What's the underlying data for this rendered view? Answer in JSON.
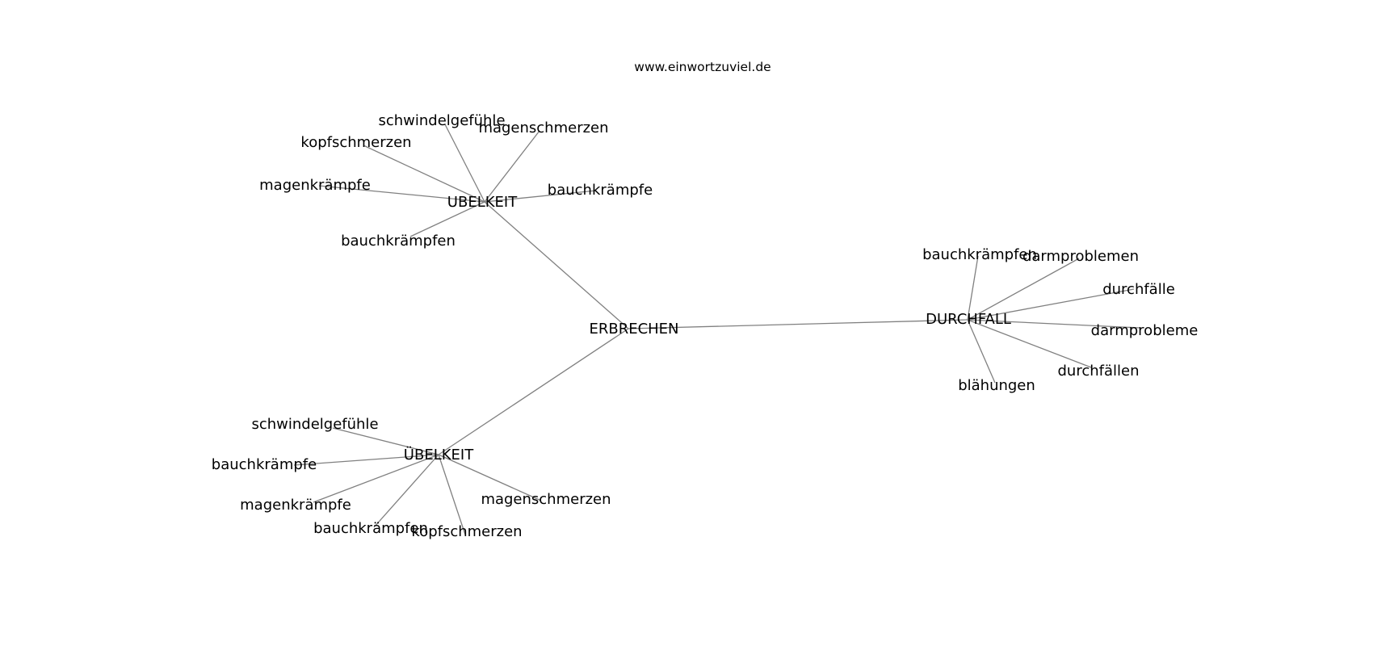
{
  "source": "www.einwortzuviel.de",
  "graph": {
    "nodes": [
      {
        "id": "erbrechen",
        "label": "ERBRECHEN"
      },
      {
        "id": "uebelkeit_top",
        "label": "UBELKEIT"
      },
      {
        "id": "uebelkeit_bottom",
        "label": "ÜBELKEIT"
      },
      {
        "id": "durchfall",
        "label": "DURCHFALL"
      },
      {
        "id": "t_schwindel",
        "label": "schwindelgefühle"
      },
      {
        "id": "t_magenschmerzen",
        "label": "magenschmerzen"
      },
      {
        "id": "t_kopfschmerzen",
        "label": "kopfschmerzen"
      },
      {
        "id": "t_magenkraempfe",
        "label": "magenkrämpfe"
      },
      {
        "id": "t_bauchkraempfe",
        "label": "bauchkrämpfe"
      },
      {
        "id": "t_bauchkraempfen",
        "label": "bauchkrämpfen"
      },
      {
        "id": "b_schwindel",
        "label": "schwindelgefühle"
      },
      {
        "id": "b_bauchkraempfe",
        "label": "bauchkrämpfe"
      },
      {
        "id": "b_magenkraempfe",
        "label": "magenkrämpfe"
      },
      {
        "id": "b_bauchkraempfen",
        "label": "bauchkrämpfen"
      },
      {
        "id": "b_kopfschmerzen",
        "label": "kopfschmerzen"
      },
      {
        "id": "b_magenschmerzen",
        "label": "magenschmerzen"
      },
      {
        "id": "d_bauchkraempfen",
        "label": "bauchkrämpfen"
      },
      {
        "id": "d_darmproblemen",
        "label": "darmproblemen"
      },
      {
        "id": "d_durchfaelle",
        "label": "durchfälle"
      },
      {
        "id": "d_darmprobleme",
        "label": "darmprobleme"
      },
      {
        "id": "d_durchfaellen",
        "label": "durchfällen"
      },
      {
        "id": "d_blaehungen",
        "label": "blähungen"
      }
    ],
    "edges": [
      [
        "erbrechen",
        "uebelkeit_top"
      ],
      [
        "erbrechen",
        "uebelkeit_bottom"
      ],
      [
        "erbrechen",
        "durchfall"
      ],
      [
        "uebelkeit_top",
        "t_schwindel"
      ],
      [
        "uebelkeit_top",
        "t_magenschmerzen"
      ],
      [
        "uebelkeit_top",
        "t_kopfschmerzen"
      ],
      [
        "uebelkeit_top",
        "t_magenkraempfe"
      ],
      [
        "uebelkeit_top",
        "t_bauchkraempfe"
      ],
      [
        "uebelkeit_top",
        "t_bauchkraempfen"
      ],
      [
        "uebelkeit_bottom",
        "b_schwindel"
      ],
      [
        "uebelkeit_bottom",
        "b_bauchkraempfe"
      ],
      [
        "uebelkeit_bottom",
        "b_magenkraempfe"
      ],
      [
        "uebelkeit_bottom",
        "b_bauchkraempfen"
      ],
      [
        "uebelkeit_bottom",
        "b_kopfschmerzen"
      ],
      [
        "uebelkeit_bottom",
        "b_magenschmerzen"
      ],
      [
        "durchfall",
        "d_bauchkraempfen"
      ],
      [
        "durchfall",
        "d_darmproblemen"
      ],
      [
        "durchfall",
        "d_durchfaelle"
      ],
      [
        "durchfall",
        "d_darmprobleme"
      ],
      [
        "durchfall",
        "d_durchfaellen"
      ],
      [
        "durchfall",
        "d_blaehungen"
      ]
    ]
  },
  "colors": {
    "edge": "#808080",
    "text": "#000000",
    "background": "#ffffff"
  }
}
